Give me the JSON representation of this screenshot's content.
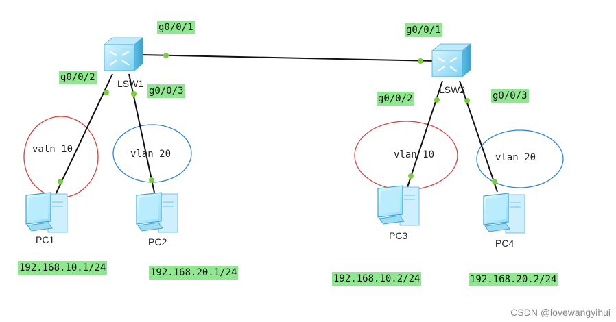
{
  "switches": [
    {
      "id": "lsw1",
      "name": "LSW1"
    },
    {
      "id": "lsw2",
      "name": "LSW2"
    }
  ],
  "pcs": [
    {
      "id": "pc1",
      "name": "PC1",
      "ip": "192.168.10.1/24"
    },
    {
      "id": "pc2",
      "name": "PC2",
      "ip": "192.168.20.1/24"
    },
    {
      "id": "pc3",
      "name": "PC3",
      "ip": "192.168.10.2/24"
    },
    {
      "id": "pc4",
      "name": "PC4",
      "ip": "192.168.20.2/24"
    }
  ],
  "ports": {
    "lsw1_g1": "g0/0/1",
    "lsw1_g2": "g0/0/2",
    "lsw1_g3": "g0/0/3",
    "lsw2_g1": "g0/0/1",
    "lsw2_g2": "g0/0/2",
    "lsw2_g3": "g0/0/3"
  },
  "vlans": {
    "pc1_vlan": "valn 10",
    "pc2_vlan": "vlan 20",
    "pc3_vlan": "vlan 10",
    "pc4_vlan": "vlan 20"
  },
  "colors": {
    "label_bg": "#8fe88f",
    "port_dot": "#7ccd3c",
    "vlan10_circle": "#e23b3b",
    "vlan20_circle": "#2e86d6"
  },
  "watermark": "CSDN @lovewangyihui"
}
